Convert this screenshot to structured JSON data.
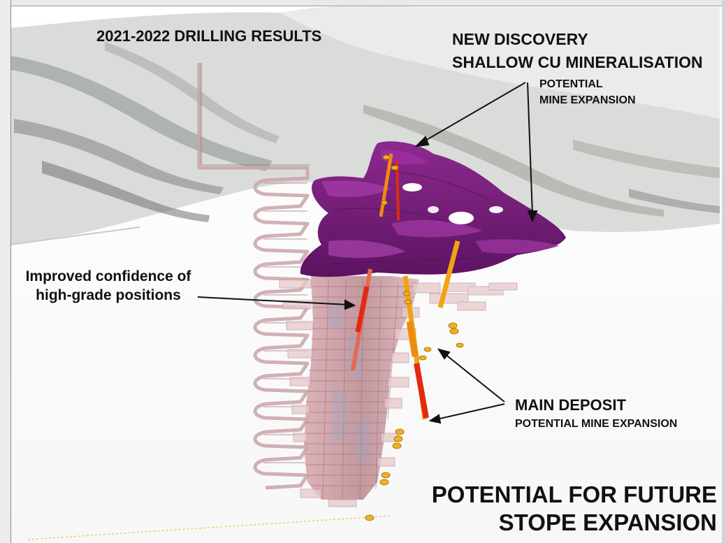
{
  "labels": {
    "drilling_results": "2021-2022 DRILLING RESULTS",
    "new_discovery_line1": "NEW DISCOVERY",
    "new_discovery_line2": "SHALLOW CU MINERALISATION",
    "potential_expansion_line1": "POTENTIAL",
    "potential_expansion_line2": "MINE EXPANSION",
    "improved_confidence": "Improved confidence of high-grade positions",
    "main_deposit": "MAIN DEPOSIT",
    "main_deposit_sub": "POTENTIAL  MINE EXPANSION",
    "future_line1": "POTENTIAL FOR FUTURE",
    "future_line2": "STOPE EXPANSION"
  },
  "colors": {
    "terrain": "#d9dbd8",
    "terrain_shadow": "#8f938e",
    "orebody": "#7a1e7c",
    "stope": "#c98f94",
    "drill_high_grade": "#e02a12",
    "drill_mid_grade": "#f0a412",
    "text": "#111111"
  }
}
